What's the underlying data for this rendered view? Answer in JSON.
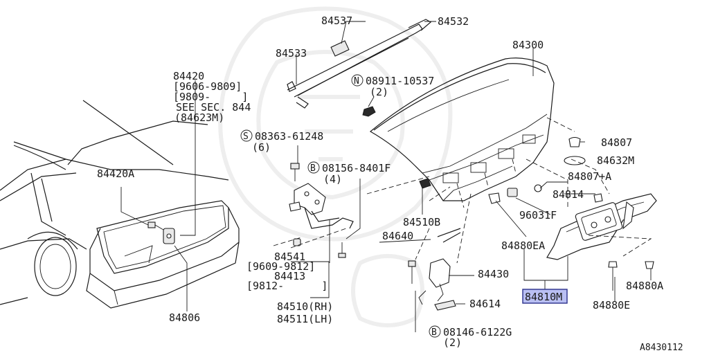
{
  "diagram_id": "A8430112",
  "callouts": {
    "p84537": "84537",
    "p84532": "84532",
    "p84533": "84533",
    "p84300": "84300",
    "nut_spec_code": "N",
    "nut_spec": "08911-10537",
    "nut_qty": "(2)",
    "p84420": "84420",
    "p84420_r1": "[9606-9809]",
    "p84420_r2": "[9809-     ]",
    "p84420_see": "SEE SEC. 844",
    "p84420_ref": "(84623M)",
    "screw_spec_code": "S",
    "screw_spec": "08363-61248",
    "screw_qty": "(6)",
    "bolt1_spec_code": "B",
    "bolt1_spec": "08156-8401F",
    "bolt1_qty": "(4)",
    "p84807": "84807",
    "p84632m": "84632M",
    "p84807a": "84807+A",
    "p84814": "84814",
    "p84420a": "84420A",
    "p96031f": "96031F",
    "p84510b": "84510B",
    "p84640": "84640",
    "p84880ea": "84880EA",
    "p84541": "84541",
    "p84541_r1": "[9609-9812]",
    "p84413": "84413",
    "p84413_r1": "[9812-      ]",
    "p84430": "84430",
    "p84810m": "84810M",
    "p84880a": "84880A",
    "p84880e": "84880E",
    "p84510rh": "84510(RH)",
    "p84511lh": "84511(LH)",
    "p84614": "84614",
    "p84806": "84806",
    "bolt2_spec_code": "B",
    "bolt2_spec": "08146-6122G",
    "bolt2_qty": "(2)"
  },
  "colors": {
    "highlight_fill": "#b9bff2",
    "highlight_stroke": "#2a2f8a",
    "line": "#1a1a1a"
  }
}
